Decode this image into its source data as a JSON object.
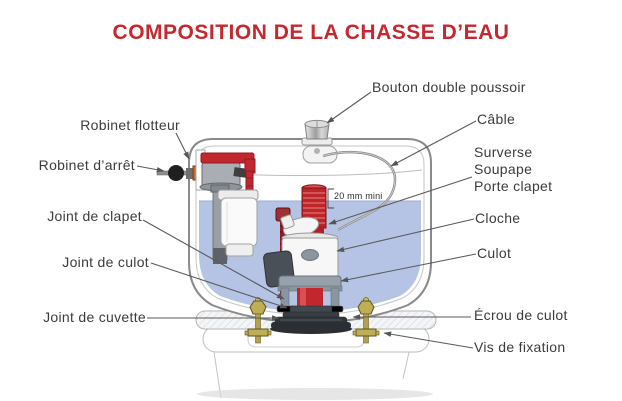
{
  "title": "COMPOSITION DE LA CHASSE D’EAU",
  "annotation": {
    "min_distance": "20 mm mini"
  },
  "labels": {
    "left": [
      {
        "id": "robinet-flotteur",
        "text": "Robinet flotteur"
      },
      {
        "id": "robinet-arret",
        "text": "Robinet d’arrêt"
      },
      {
        "id": "joint-de-clapet",
        "text": "Joint de clapet"
      },
      {
        "id": "joint-de-culot",
        "text": "Joint de culot"
      },
      {
        "id": "joint-de-cuvette",
        "text": "Joint de cuvette"
      }
    ],
    "right": [
      {
        "id": "bouton-double-poussoir",
        "text": "Bouton double poussoir"
      },
      {
        "id": "cable",
        "text": "Câble"
      },
      {
        "id": "surverse",
        "text": "Surverse"
      },
      {
        "id": "soupape",
        "text": "Soupape"
      },
      {
        "id": "porte-clapet",
        "text": "Porte clapet"
      },
      {
        "id": "cloche",
        "text": "Cloche"
      },
      {
        "id": "culot",
        "text": "Culot"
      },
      {
        "id": "ecrou-de-culot",
        "text": "Écrou de culot"
      },
      {
        "id": "vis-de-fixation",
        "text": "Vis de fixation"
      }
    ]
  },
  "colors": {
    "title_red": "#c5282e",
    "label_text": "#3c3c3c",
    "water_blue": "#b5c4e4",
    "tank_outline": "#8a8a8a",
    "mechanism_red": "#c1272d",
    "dark_red": "#8e2025",
    "gray_part": "#9aa0a6",
    "dark_flange": "#30353a",
    "brass_screw": "#bfae55",
    "leader_line": "#5a5a5a"
  }
}
